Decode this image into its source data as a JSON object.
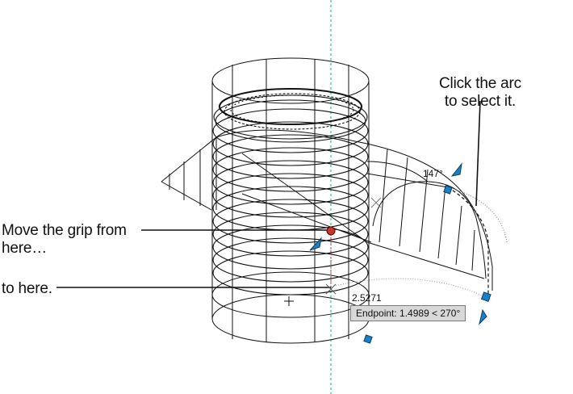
{
  "callouts": {
    "click_arc_line1": "Click the arc",
    "click_arc_line2": "to select it.",
    "move_grip_line1": "Move the grip from",
    "move_grip_line2": "here…",
    "to_here": "to here."
  },
  "dynamic_input": {
    "angle": "147°",
    "length": "2.5271",
    "endpoint_tooltip": "Endpoint: 1.4989 < 270°"
  },
  "colors": {
    "grip": "#1a7fc4",
    "hot_grip": "#c0392b",
    "ucs_axis": "#2aa58c",
    "wire": "#111111"
  }
}
